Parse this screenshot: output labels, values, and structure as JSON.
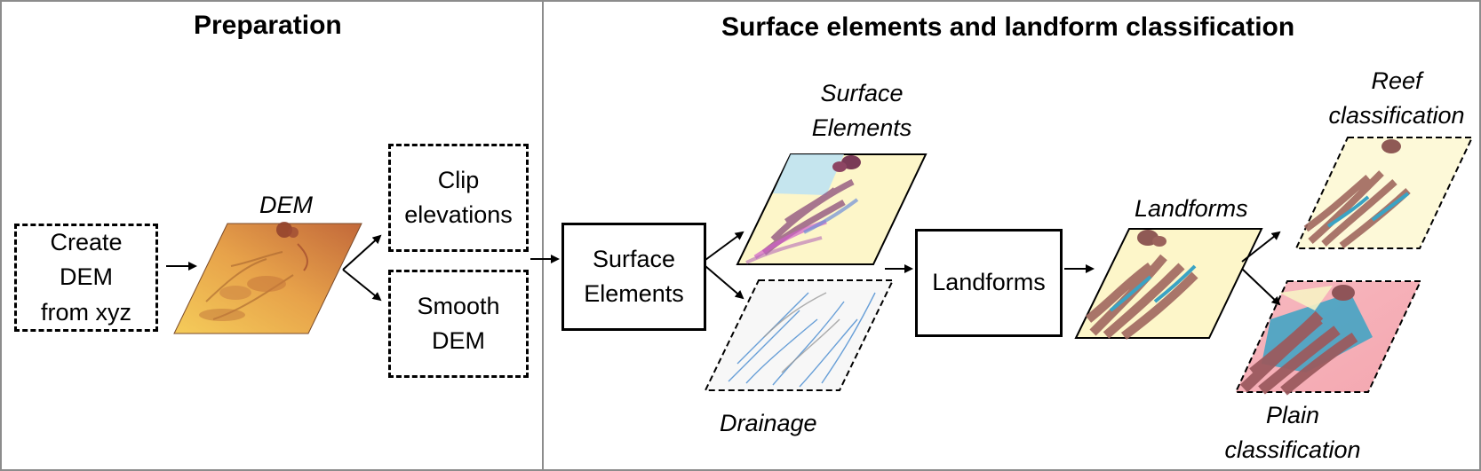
{
  "sections": {
    "preparation_title": "Preparation",
    "surface_title": "Surface elements and landform classification"
  },
  "boxes": {
    "create_dem": [
      "Create",
      "DEM",
      "from xyz"
    ],
    "clip": [
      "Clip",
      "elevations"
    ],
    "smooth": [
      "Smooth",
      "DEM"
    ],
    "surface_elements": [
      "Surface",
      "Elements"
    ],
    "landforms": [
      "Landforms"
    ]
  },
  "labels": {
    "dem": "DEM",
    "surface_elements": [
      "Surface",
      "Elements"
    ],
    "drainage": "Drainage",
    "landforms": "Landforms",
    "reef": [
      "Reef",
      "classification"
    ],
    "plain": [
      "Plain",
      "classification"
    ]
  },
  "colors": {
    "dem_light": "#f2c35a",
    "dem_dark": "#c4703c",
    "surface_bg": "#fdf6c9",
    "landform_brown": "#a0675e",
    "landform_blue": "#3aa3c4",
    "plain_pink": "#f6b7bf"
  }
}
